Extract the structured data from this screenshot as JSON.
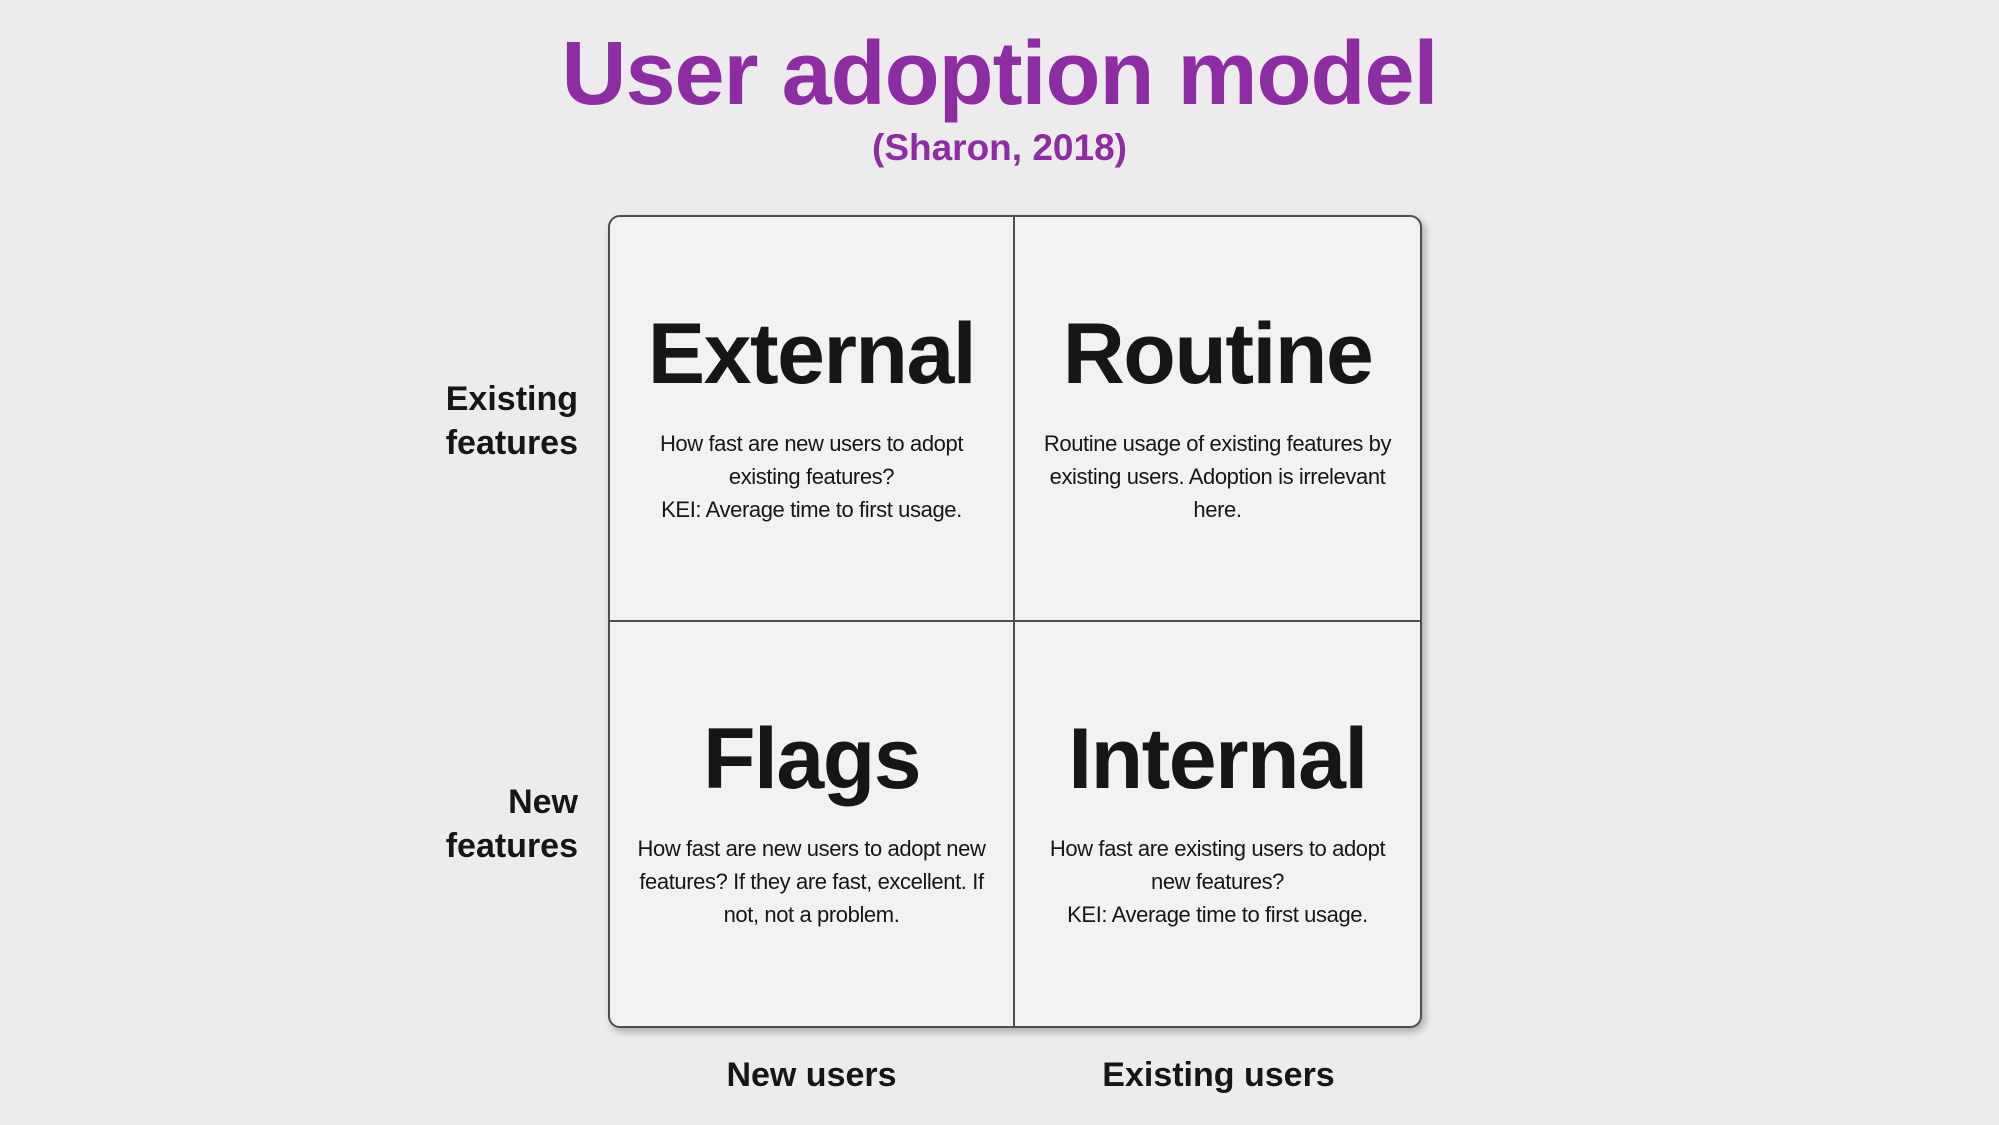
{
  "page": {
    "title": "User adoption model",
    "subtitle": "(Sharon, 2018)",
    "accent_color": "#8e2da3",
    "background_color": "#ececec",
    "panel_color": "#f2f2f2",
    "line_color": "#4e4e4e",
    "text_color": "#161616"
  },
  "matrix": {
    "row_labels": [
      [
        "Existing",
        "features"
      ],
      [
        "New",
        "features"
      ]
    ],
    "col_labels": [
      "New users",
      "Existing users"
    ],
    "quadrants": [
      {
        "title": "External",
        "lines": [
          "How fast are new users to adopt",
          "existing features?",
          "KEI: Average time to first usage."
        ]
      },
      {
        "title": "Routine",
        "lines": [
          "Routine usage of existing features by",
          "existing users. Adoption is irrelevant",
          "here."
        ]
      },
      {
        "title": "Flags",
        "lines": [
          "How fast are new users to adopt new",
          "features? If they are fast, excellent. If",
          "not, not a problem."
        ]
      },
      {
        "title": "Internal",
        "lines": [
          "How fast are existing users to adopt",
          "new features?",
          "KEI: Average time to first usage."
        ]
      }
    ]
  }
}
